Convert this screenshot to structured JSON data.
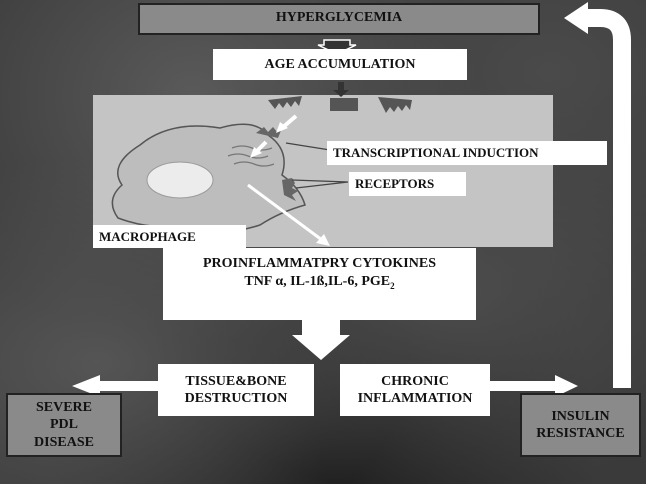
{
  "nodes": {
    "hyperglycemia": "HYPERGLYCEMIA",
    "age": "AGE ACCUMULATION",
    "transcription": "TRANSCRIPTIONAL INDUCTION",
    "receptors": "RECEPTORS",
    "macrophage": "MACROPHAGE",
    "cytokines_line1": "PROINFLAMMATPRY CYTOKINES",
    "cytokines_line2_main": "TNF α, IL-1ß,IL-6, PGE",
    "cytokines_line2_sub": "2",
    "tissue_line1": "TISSUE&BONE",
    "tissue_line2": "DESTRUCTION",
    "chronic_line1": "CHRONIC",
    "chronic_line2": "INFLAMMATION",
    "severe_line1": "SEVERE",
    "severe_line2": "PDL",
    "severe_line3": "DISEASE",
    "insulin_line1": "INSULIN",
    "insulin_line2": "RESISTANCE"
  },
  "colors": {
    "white_box": "#ffffff",
    "grey_box": "#8a8a8a",
    "panel": "#c4c4c4"
  }
}
